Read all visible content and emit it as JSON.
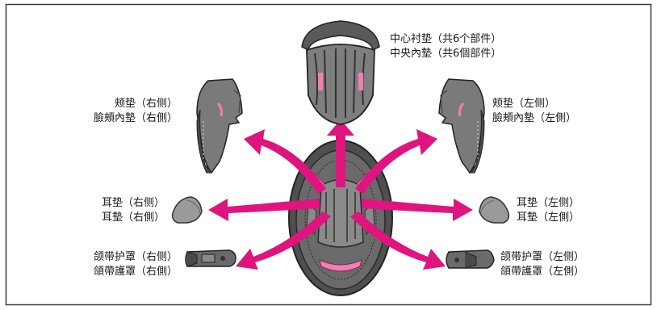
{
  "labels": {
    "center_pad": {
      "line1": "中心衬垫（共6个部件）",
      "line2": "中央內墊（共6個部件）"
    },
    "cheek_right": {
      "line1": "颊垫（右侧）",
      "line2": "臉頰內墊（右側）"
    },
    "cheek_left": {
      "line1": "颊垫（左侧）",
      "line2": "臉頰內墊（左側）"
    },
    "ear_right": {
      "line1": "耳垫（右侧）",
      "line2": "耳墊（右側）"
    },
    "ear_left": {
      "line1": "耳垫（左侧）",
      "line2": "耳墊（左側）"
    },
    "chin_right": {
      "line1": "颌带护罩（右侧）",
      "line2": "頜帶護罩（右側）"
    },
    "chin_left": {
      "line1": "颌带护罩（左侧）",
      "line2": "頜帶護罩（左側）"
    }
  },
  "colors": {
    "arrow": "#e0147e",
    "pad_dark": "#5a5a5a",
    "pad_mid": "#8c8c8c",
    "pad_light": "#b5b5b5",
    "pink_accent": "#f07fb4",
    "border": "#3c3c3c"
  }
}
